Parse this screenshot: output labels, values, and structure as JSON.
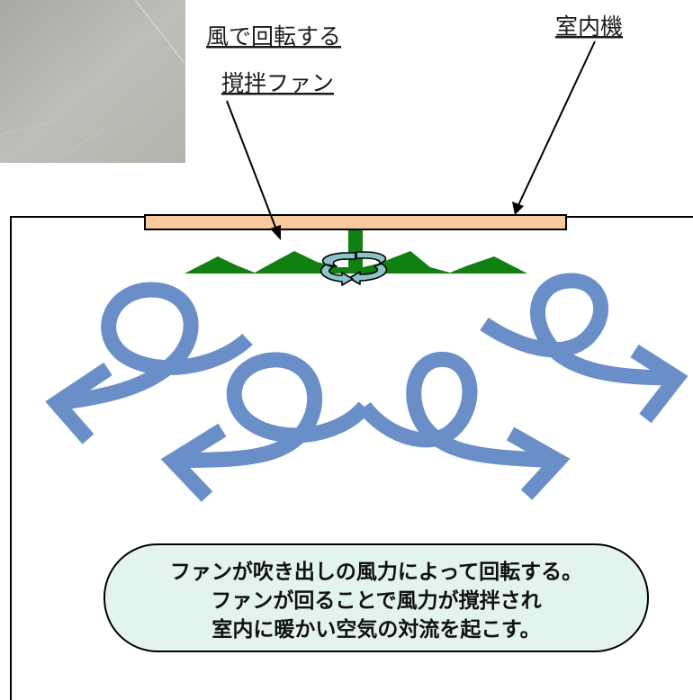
{
  "labels": {
    "wind_rotating": "風で回転する",
    "stirring_fan": "撹拌ファン",
    "indoor_unit": "室内機"
  },
  "caption": {
    "line1": "ファンが吹き出しの風力によって回転する。",
    "line2": "ファンが回ることで風力が撹拌され",
    "line3": "室内に暖かい空気の対流を起こす。"
  },
  "colors": {
    "indoor_unit_fill": "#f9c9a0",
    "fan_green": "#108010",
    "airflow_blue": "#6a8fc8",
    "rotation_arrow": "#8cc4c8",
    "caption_fill": "#e3f3ef",
    "photo_gray": "#b9b9b3"
  }
}
